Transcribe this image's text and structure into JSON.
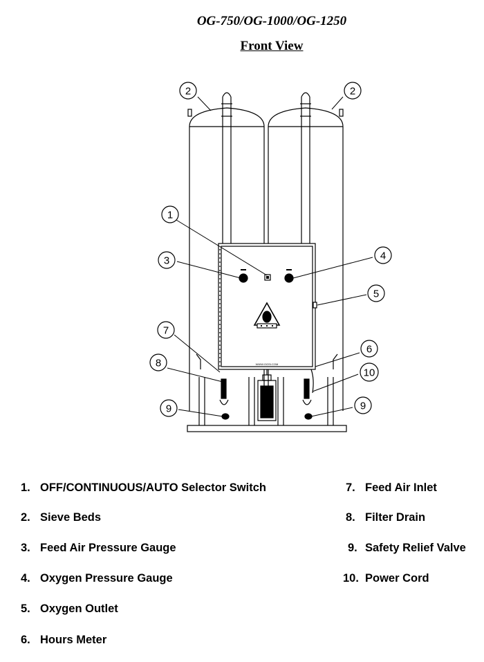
{
  "header": {
    "models": "OG-750/OG-1000/OG-1250",
    "view_title": "Front View"
  },
  "panel": {
    "website": "WWW.OGSI.COM"
  },
  "callouts": [
    "1",
    "2",
    "2",
    "3",
    "4",
    "5",
    "6",
    "7",
    "8",
    "9",
    "9",
    "10"
  ],
  "legend": {
    "left": [
      {
        "num": "1.",
        "label": "OFF/CONTINUOUS/AUTO Selector Switch"
      },
      {
        "num": "2.",
        "label": "Sieve Beds"
      },
      {
        "num": "3.",
        "label": "Feed Air Pressure Gauge"
      },
      {
        "num": "4.",
        "label": "Oxygen Pressure Gauge"
      },
      {
        "num": "5.",
        "label": "Oxygen Outlet"
      },
      {
        "num": "6.",
        "label": "Hours Meter"
      }
    ],
    "right": [
      {
        "num": "7.",
        "label": "Feed Air Inlet"
      },
      {
        "num": "8.",
        "label": "Filter Drain"
      },
      {
        "num": "9.",
        "label": "Safety Relief Valve"
      },
      {
        "num": "10.",
        "label": "Power Cord"
      }
    ]
  }
}
